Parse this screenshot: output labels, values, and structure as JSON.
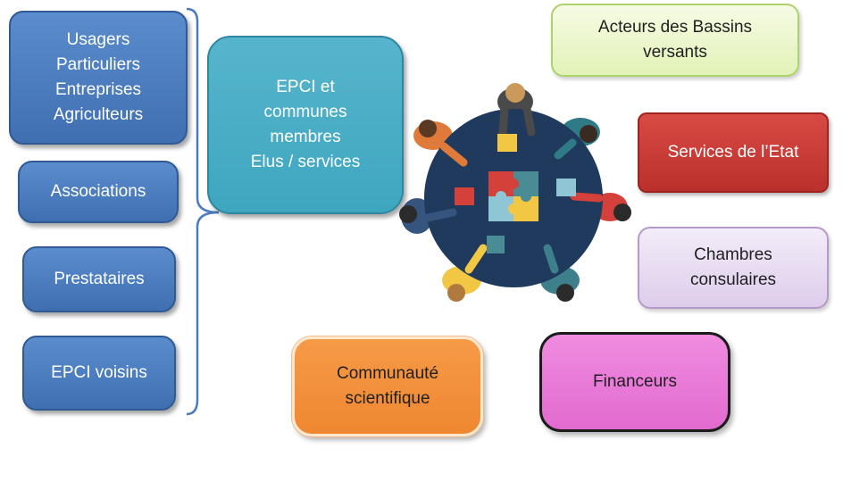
{
  "left_column": [
    {
      "lines": [
        "Usagers",
        "Particuliers",
        "Entreprises",
        "Agriculteurs"
      ]
    },
    {
      "lines": [
        "Associations"
      ]
    },
    {
      "lines": [
        "Prestataires"
      ]
    },
    {
      "lines": [
        "EPCI voisins"
      ]
    }
  ],
  "center_box": {
    "lines": [
      "EPCI et",
      "communes",
      "membres",
      "Elus / services"
    ]
  },
  "right_column": [
    {
      "lines": [
        "Acteurs des Bassins",
        "versants"
      ]
    },
    {
      "lines": [
        "Services de l’Etat"
      ]
    },
    {
      "lines": [
        "Chambres",
        "consulaires"
      ]
    }
  ],
  "bottom_row": [
    {
      "lines": [
        "Communauté",
        "scientifique"
      ]
    },
    {
      "lines": [
        "Financeurs"
      ]
    }
  ],
  "icons": {
    "illustration": "round-table-puzzle-meeting-icon",
    "bracket": "curly-bracket-icon"
  },
  "colors": {
    "blue": "#4a7bbd",
    "teal": "#3fa6c0",
    "light_green": "#e2f2b8",
    "red": "#c0352f",
    "lilac": "#ddcdeb",
    "orange": "#f08a35",
    "pink": "#e87ad8"
  }
}
